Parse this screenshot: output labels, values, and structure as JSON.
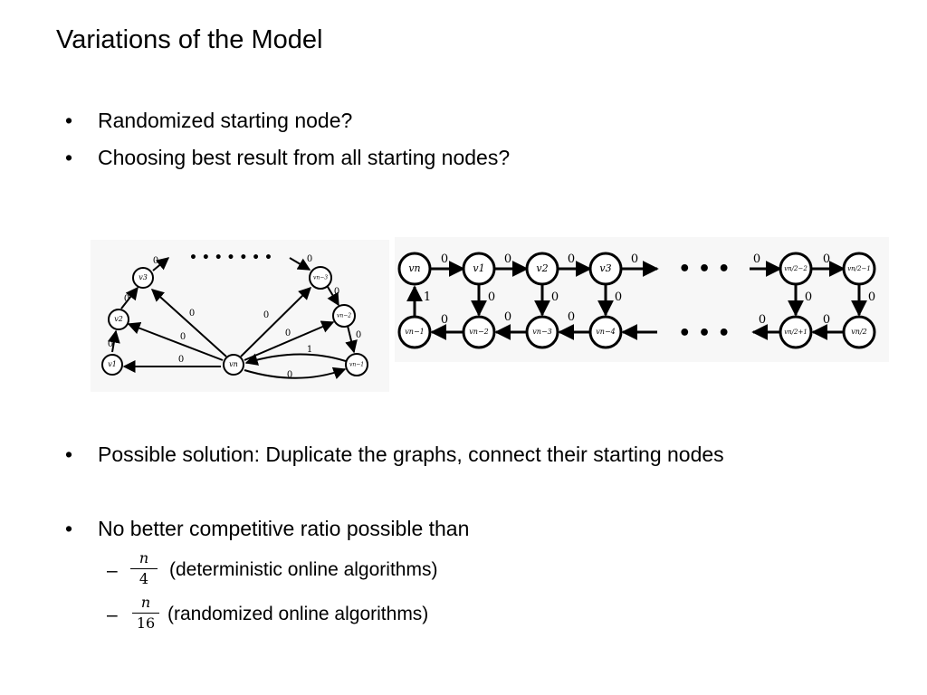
{
  "title": "Variations of the Model",
  "bullets": {
    "b1": "Randomized starting node?",
    "b2": "Choosing best result from all starting nodes?",
    "b3": "Possible solution: Duplicate the graphs, connect their starting nodes",
    "b4": "No better competitive ratio possible than",
    "dot": "•"
  },
  "subitems": {
    "dash": "–",
    "s1": {
      "num": "n",
      "den": "4",
      "label": "(deterministic online algorithms)"
    },
    "s2": {
      "num": "n",
      "den": "16",
      "label": "(randomized online algorithms)"
    }
  },
  "diagram_left": {
    "nodes": {
      "v1": "v1",
      "v2": "v2",
      "v3": "v3",
      "vn": "vn",
      "vn_minus_3": "vn−3",
      "vn_minus_2": "vn−2",
      "vn_minus_1": "vn−1"
    },
    "edge_labels": {
      "v1_v2": "0",
      "v2_v3": "0",
      "v3_out": "0",
      "in_top_right": "0",
      "vn_v3": "0",
      "vn_v2": "0",
      "vn_v1": "0",
      "vn_vn3": "0",
      "vn_vn2": "0",
      "vn3_vn2": "0",
      "vn2_vn1": "0",
      "vn1_vn": "1",
      "vn_vn1": "0"
    },
    "ellipsis": "• • • • • • •"
  },
  "diagram_right": {
    "nodes_top": {
      "t1": "vn",
      "t2": "v1",
      "t3": "v2",
      "t4": "v3",
      "t5": "vn/2−2",
      "t6": "vn/2−1"
    },
    "nodes_bottom": {
      "b1": "vn−1",
      "b2": "vn−2",
      "b3": "vn−3",
      "b4": "vn−4",
      "b5": "vn/2+1",
      "b6": "vn/2"
    },
    "edge_labels": {
      "t1_t2": "0",
      "t2_t3": "0",
      "t3_t4": "0",
      "t4_out": "0",
      "in_t5": "0",
      "t5_t6": "0",
      "b1_t1": "1",
      "t2_b2": "0",
      "t3_b3": "0",
      "t4_b4": "0",
      "t5_b5": "0",
      "t6_b6": "0",
      "b2_b1": "0",
      "b3_b2": "0",
      "b4_b3": "0",
      "b6_b5": "0",
      "b5_out": "0"
    },
    "ellipsis_top": "• • •",
    "ellipsis_bottom": "• • •"
  }
}
